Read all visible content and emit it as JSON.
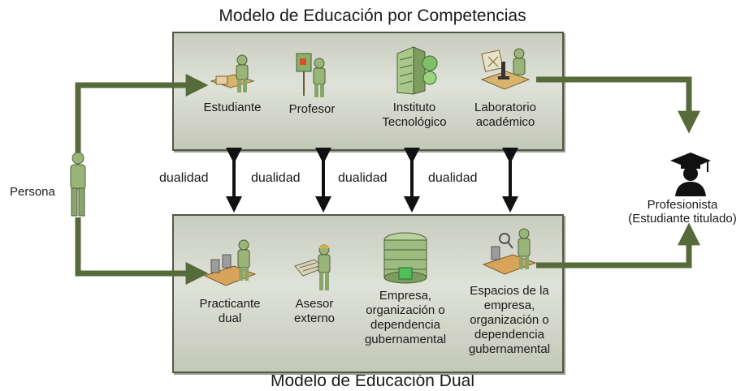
{
  "titles": {
    "top": "Modelo de Educación por Competencias",
    "bottom": "Modelo de Educación Dual"
  },
  "top_panel": [
    {
      "key": "estudiante",
      "label": "Estudiante",
      "icon": "student-desk-icon"
    },
    {
      "key": "profesor",
      "label": "Profesor",
      "icon": "teacher-board-icon"
    },
    {
      "key": "instituto",
      "label": "Instituto\nTecnológico",
      "icon": "school-building-icon"
    },
    {
      "key": "laboratorio",
      "label": "Laboratorio\nacadémico",
      "icon": "microscope-lab-icon"
    }
  ],
  "bottom_panel": [
    {
      "key": "practicante",
      "label": "Practicante\ndual",
      "icon": "assembly-line-worker-icon"
    },
    {
      "key": "asesor",
      "label": "Asesor\nexterno",
      "icon": "engineer-blueprint-icon"
    },
    {
      "key": "empresa",
      "label": "Empresa,\norganización o\ndependencia\ngubernamental",
      "icon": "office-building-icon"
    },
    {
      "key": "espacios",
      "label": "Espacios de la\nempresa,\norganización o\ndependencia\ngubernamental",
      "icon": "workspace-inspection-icon"
    }
  ],
  "links": [
    "dualidad",
    "dualidad",
    "dualidad",
    "dualidad"
  ],
  "persona": "Persona",
  "graduate": "Profesionista\n(Estudiante titulado)",
  "colors": {
    "flow_arrow": "#566a3a",
    "panel_border": "#4f5a44",
    "figure": "#9ab57a"
  }
}
